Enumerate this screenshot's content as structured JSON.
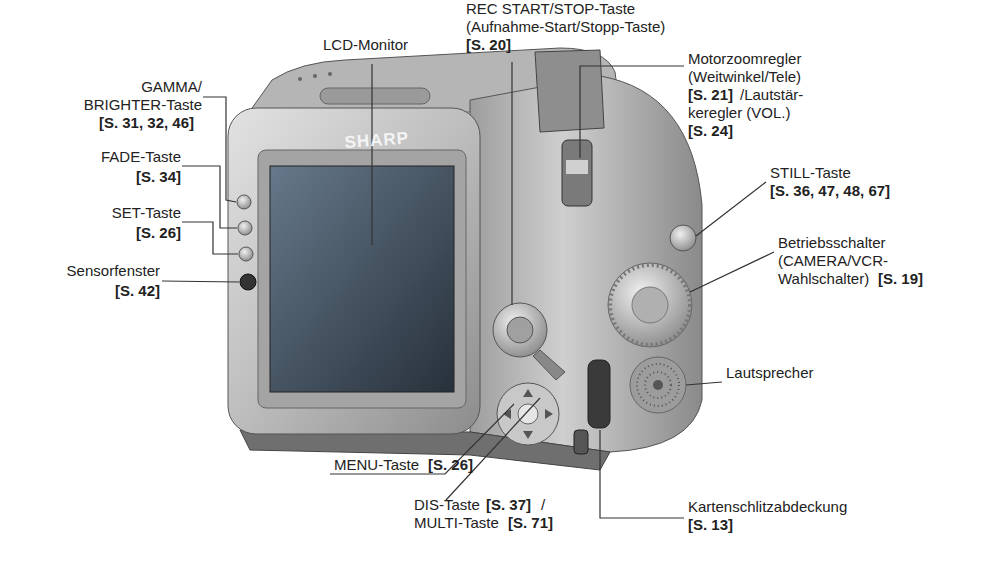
{
  "diagram": {
    "labels": [
      "GAMMA/",
      "BRIGHTER-Taste",
      "[S. 31, 32, 46]",
      "FADE-Taste",
      "[S. 34]",
      "SET-Taste",
      "[S. 26]",
      "Sensorfenster",
      "[S. 42]",
      "LCD-Monitor",
      "REC START/STOP-Taste",
      "(Aufnahme-Start/Stopp-Taste)",
      "[S. 20]",
      "Motorzoomregler",
      "(Weitwinkel/Tele)",
      "[S. 21]",
      "/Lautstär-",
      "keregler (VOL.)",
      "[S. 24]",
      "STILL-Taste",
      "[S. 36, 47, 48, 67]",
      "Betriebsschalter",
      "(CAMERA/VCR-",
      "Wahlschalter)",
      "[S. 19]",
      "Lautsprecher",
      "Kartenschlitzabdeckung",
      "[S. 13]",
      "MENU-Taste",
      "[S. 26]",
      "DIS-Taste",
      "[S. 37]",
      "/",
      "MULTI-Taste",
      "[S. 71]",
      "SHARP"
    ]
  }
}
